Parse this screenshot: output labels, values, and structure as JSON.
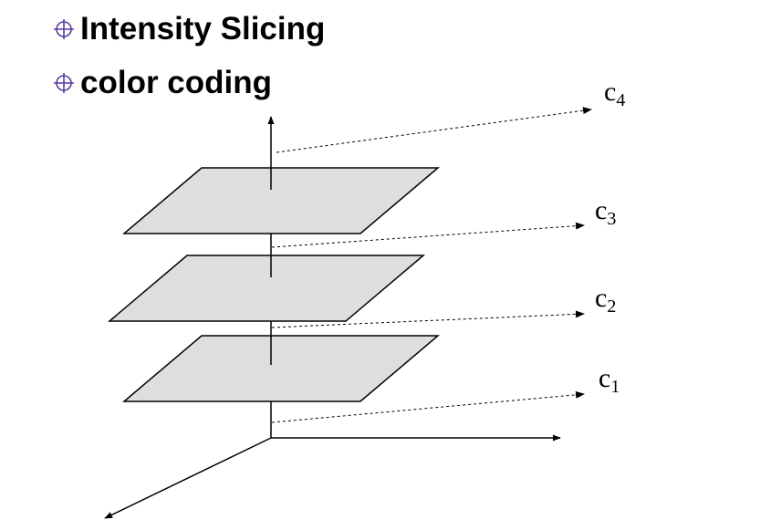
{
  "bullets": [
    {
      "text": "Intensity Slicing",
      "icon": "crosshair-circle-icon"
    },
    {
      "text": "color coding",
      "icon": "crosshair-circle-icon"
    }
  ],
  "labels": [
    {
      "base": "c",
      "sub": "4"
    },
    {
      "base": "c",
      "sub": "3"
    },
    {
      "base": "c",
      "sub": "2"
    },
    {
      "base": "c",
      "sub": "1"
    }
  ],
  "colors": {
    "bullet_icon": "#5a3aa0",
    "plane_fill": "#dedede",
    "line": "#000000"
  }
}
